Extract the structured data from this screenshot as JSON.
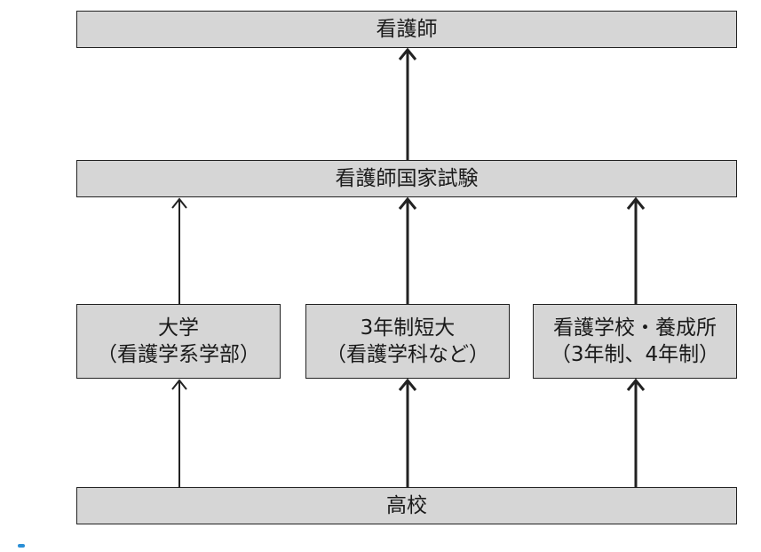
{
  "diagram": {
    "top_box": "看護師",
    "exam_box": "看護師国家試験",
    "bottom_box": "高校",
    "schools": [
      {
        "line1": "大学",
        "line2": "（看護学系学部）"
      },
      {
        "line1": "3年制短大",
        "line2": "（看護学科など）"
      },
      {
        "line1": "看護学校・養成所",
        "line2": "（3年制、4年制）"
      }
    ]
  },
  "colors": {
    "box_fill": "#d6d6d6",
    "line": "#222222",
    "marker": "#2a8fd6"
  }
}
